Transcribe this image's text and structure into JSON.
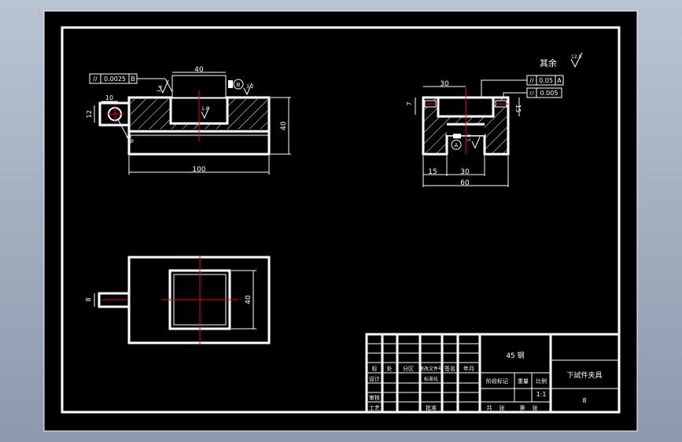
{
  "colors": {
    "background": "#000000",
    "line": "#ffffff",
    "center_line": "#ff0000",
    "frame": "#ffffff"
  },
  "front_view": {
    "tolerance_symbol": "//",
    "tolerance_value": "0.0025",
    "datum_label": "B",
    "dim_top": "40",
    "dim_height": "40",
    "dim_length": "100",
    "dim_small_width": "10",
    "dim_small_height": "12",
    "dim_radius": "R8",
    "roughness_left": "1.6",
    "roughness_center": "1.6",
    "roughness_right": "3.2",
    "datum_circle": "B"
  },
  "side_view": {
    "note": "其余",
    "note_roughness": "12.5",
    "dim_top": "30",
    "dim_left": "7",
    "dim_right": "15",
    "dim_bottom_a": "15",
    "dim_bottom_b": "30",
    "dim_total": "60",
    "tol1_symbol": "//",
    "tol1_value": "0.05",
    "tol1_datum": "A",
    "tol2_symbol": "⌭",
    "tol2_value": "0.005",
    "datum_circle": "A",
    "roughness": "1.6"
  },
  "top_view": {
    "dim_small": "8",
    "dim_square": "40"
  },
  "title_block": {
    "material": "45 钢",
    "part_name": "下試件夹具",
    "scale": "1:1",
    "sheet_no": "8",
    "row1": [
      "标",
      "处",
      "分区",
      "更改文件号",
      "签名",
      "年月"
    ],
    "row2": [
      "设计",
      "标准化",
      "阶段标记",
      "重量",
      "比例"
    ],
    "row3": [
      "审核"
    ],
    "row4": [
      "工艺",
      "批准",
      "共",
      "张",
      "第",
      "张"
    ]
  }
}
